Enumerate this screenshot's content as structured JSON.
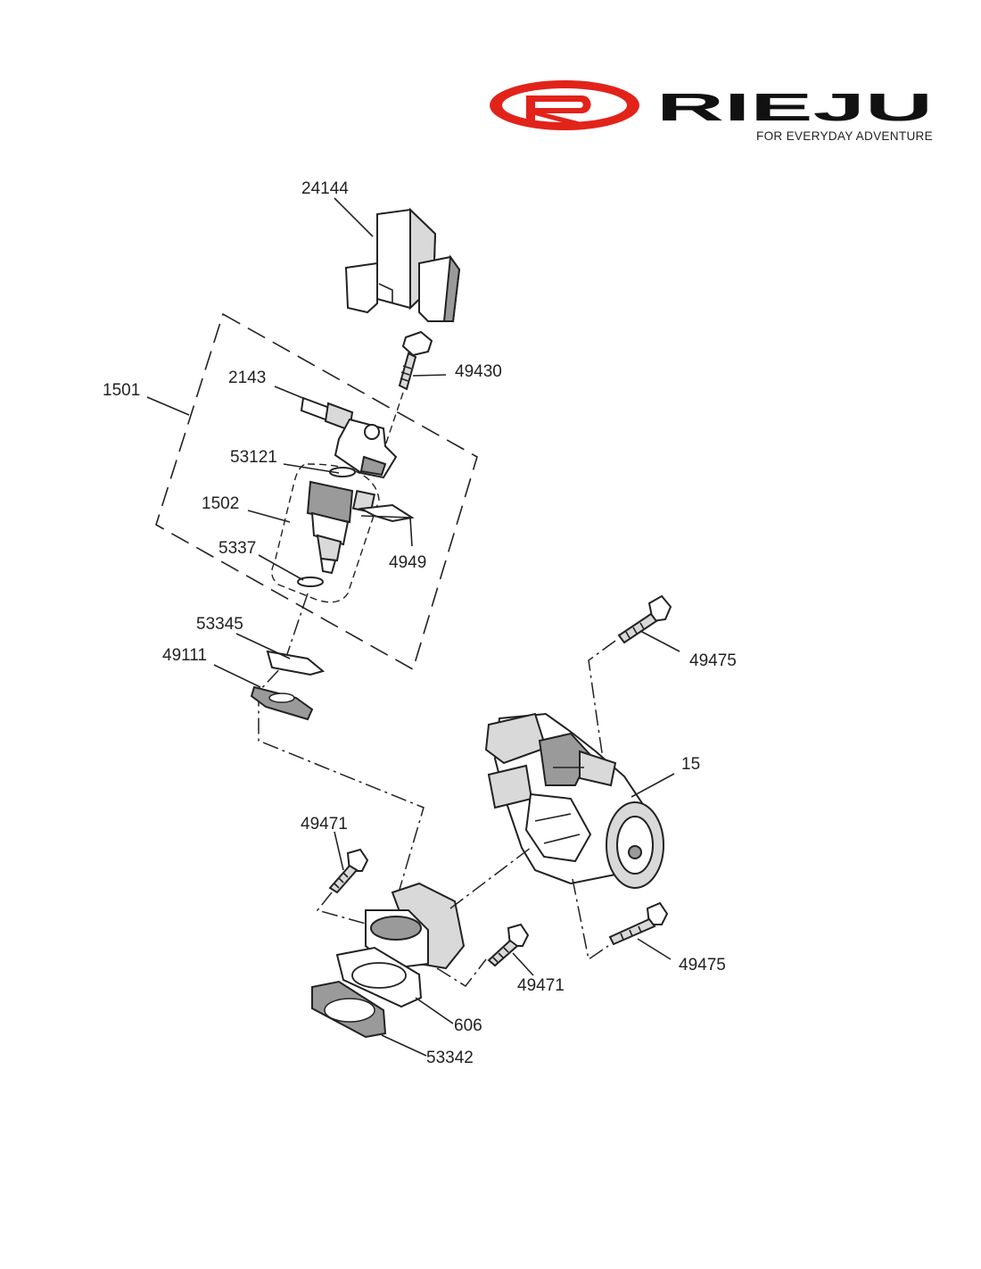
{
  "logo": {
    "mark_letter": "R",
    "brand": "RIEJU",
    "tagline": "FOR EVERYDAY ADVENTURE",
    "colors": {
      "red": "#e2231a",
      "black": "#111111"
    }
  },
  "parts": {
    "p24144": "24144",
    "p49430": "49430",
    "p1501": "1501",
    "p2143": "2143",
    "p53121": "53121",
    "p1502": "1502",
    "p5337": "5337",
    "p4949": "4949",
    "p53345": "53345",
    "p49111": "49111",
    "p49475a": "49475",
    "p15": "15",
    "p49471a": "49471",
    "p49471b": "49471",
    "p49475b": "49475",
    "p606": "606",
    "p53342": "53342"
  }
}
